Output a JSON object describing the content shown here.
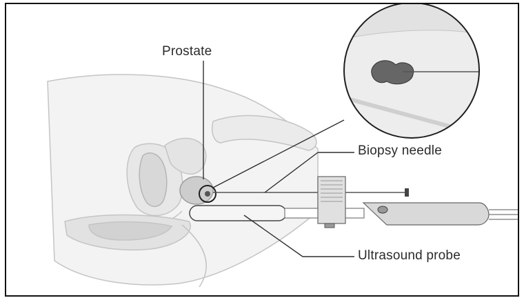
{
  "labels": {
    "prostate": "Prostate",
    "biopsy_needle": "Biopsy needle",
    "ultrasound_probe": "Ultrasound probe"
  },
  "colors": {
    "outline": "#b9b9b9",
    "tissue": "#e6e6e6",
    "tissue_dark": "#d4d4d4",
    "prostate": "#cfcfcf",
    "leader": "#3a3a3a",
    "device": "#d9d9d9"
  }
}
